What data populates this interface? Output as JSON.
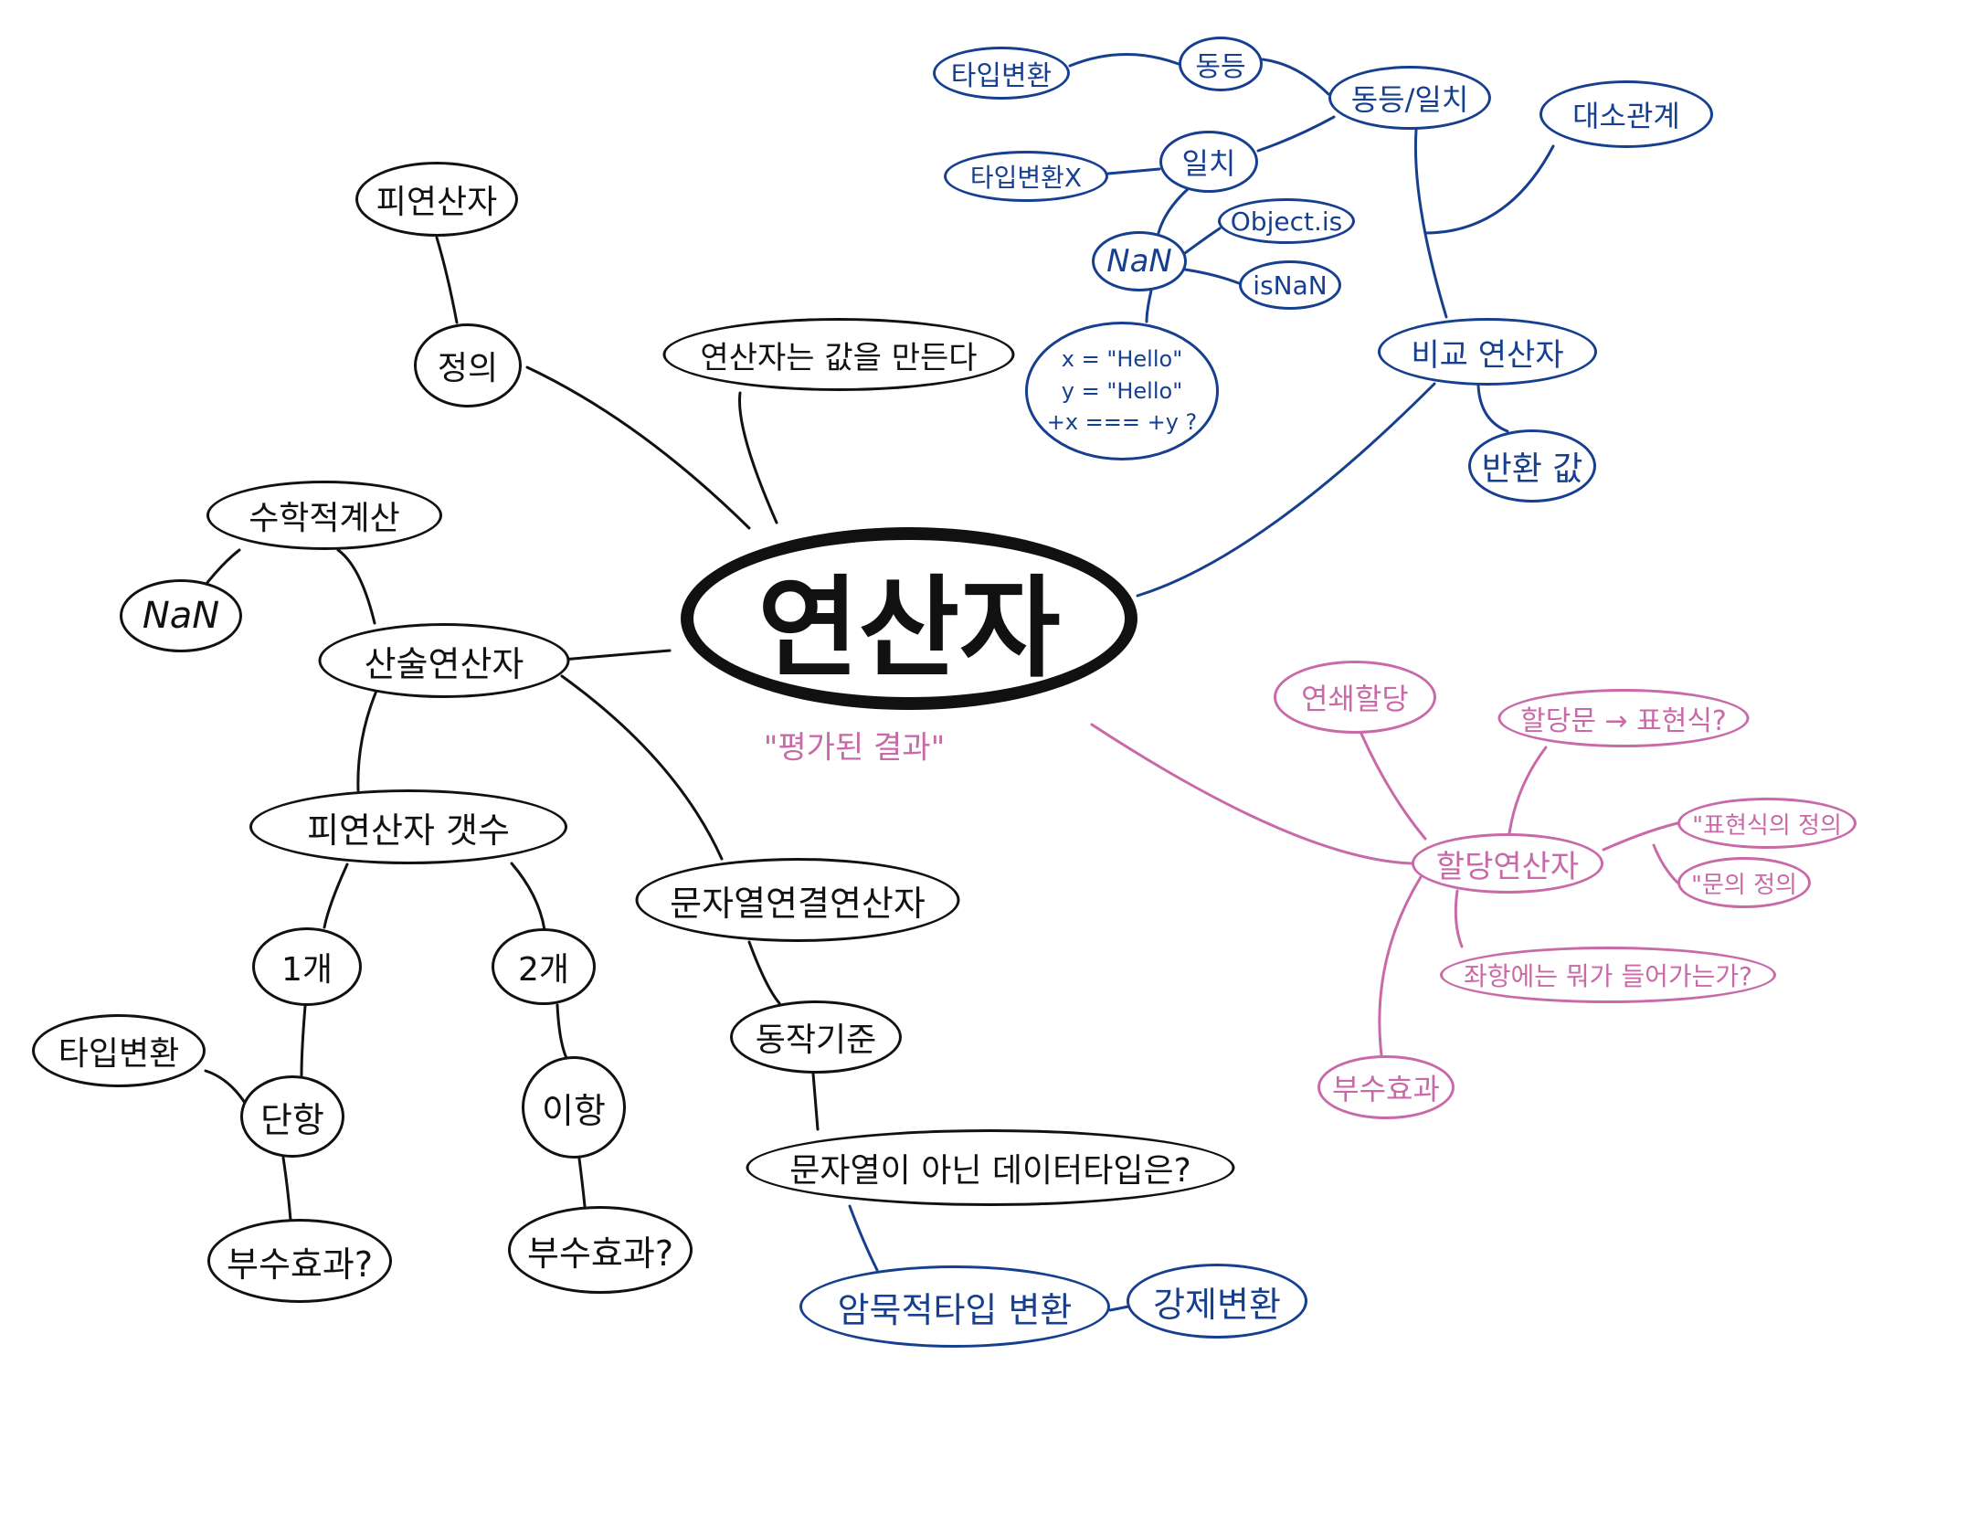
{
  "colors": {
    "black": "#111111",
    "blue": "#173f8f",
    "pink": "#c96aa8"
  },
  "root": {
    "label": "연산자",
    "sub": "\"평가된 결과\""
  },
  "nodes": {
    "n_def_value": "연산자는 값을 만든다",
    "n_definition": "정의",
    "n_operand": "피연산자",
    "n_arith": "산술연산자",
    "n_math": "수학적계산",
    "n_nan_black": "NaN",
    "n_count": "피연산자 갯수",
    "n_one": "1개",
    "n_two": "2개",
    "n_unary": "단항",
    "n_binary": "이항",
    "n_type_conv_black": "타입변환",
    "n_side_q1": "부수효과?",
    "n_side_q2": "부수효과?",
    "n_concat": "문자열연결연산자",
    "n_criteria": "동작기준",
    "n_nonstring": "문자열이 아닌 데이터타입은?",
    "n_implicit": "암묵적타입 변환",
    "n_explicit": "강제변환",
    "n_compare": "비교 연산자",
    "n_return": "반환 값",
    "n_magnitude": "대소관계",
    "n_eq": "동등/일치",
    "n_equal": "동등",
    "n_type_conv_blue": "타입변환",
    "n_strict": "일치",
    "n_type_conv_x": "타입변환X",
    "n_nan_blue": "NaN",
    "n_objectis": "Object.is",
    "n_isnan": "isNaN",
    "n_assign": "할당연산자",
    "n_chain": "연쇄할당",
    "n_stmt_expr": "할당문 → 표현식?",
    "n_expr_def": "\"표현식의 정의",
    "n_stmt_def": "\"문의 정의",
    "n_lhs": "좌항에는 뭐가 들어가는가?",
    "n_side": "부수효과"
  },
  "code_node": {
    "lines": [
      "x = \"Hello\"",
      "y = \"Hello\"",
      "+x === +y ?"
    ]
  }
}
